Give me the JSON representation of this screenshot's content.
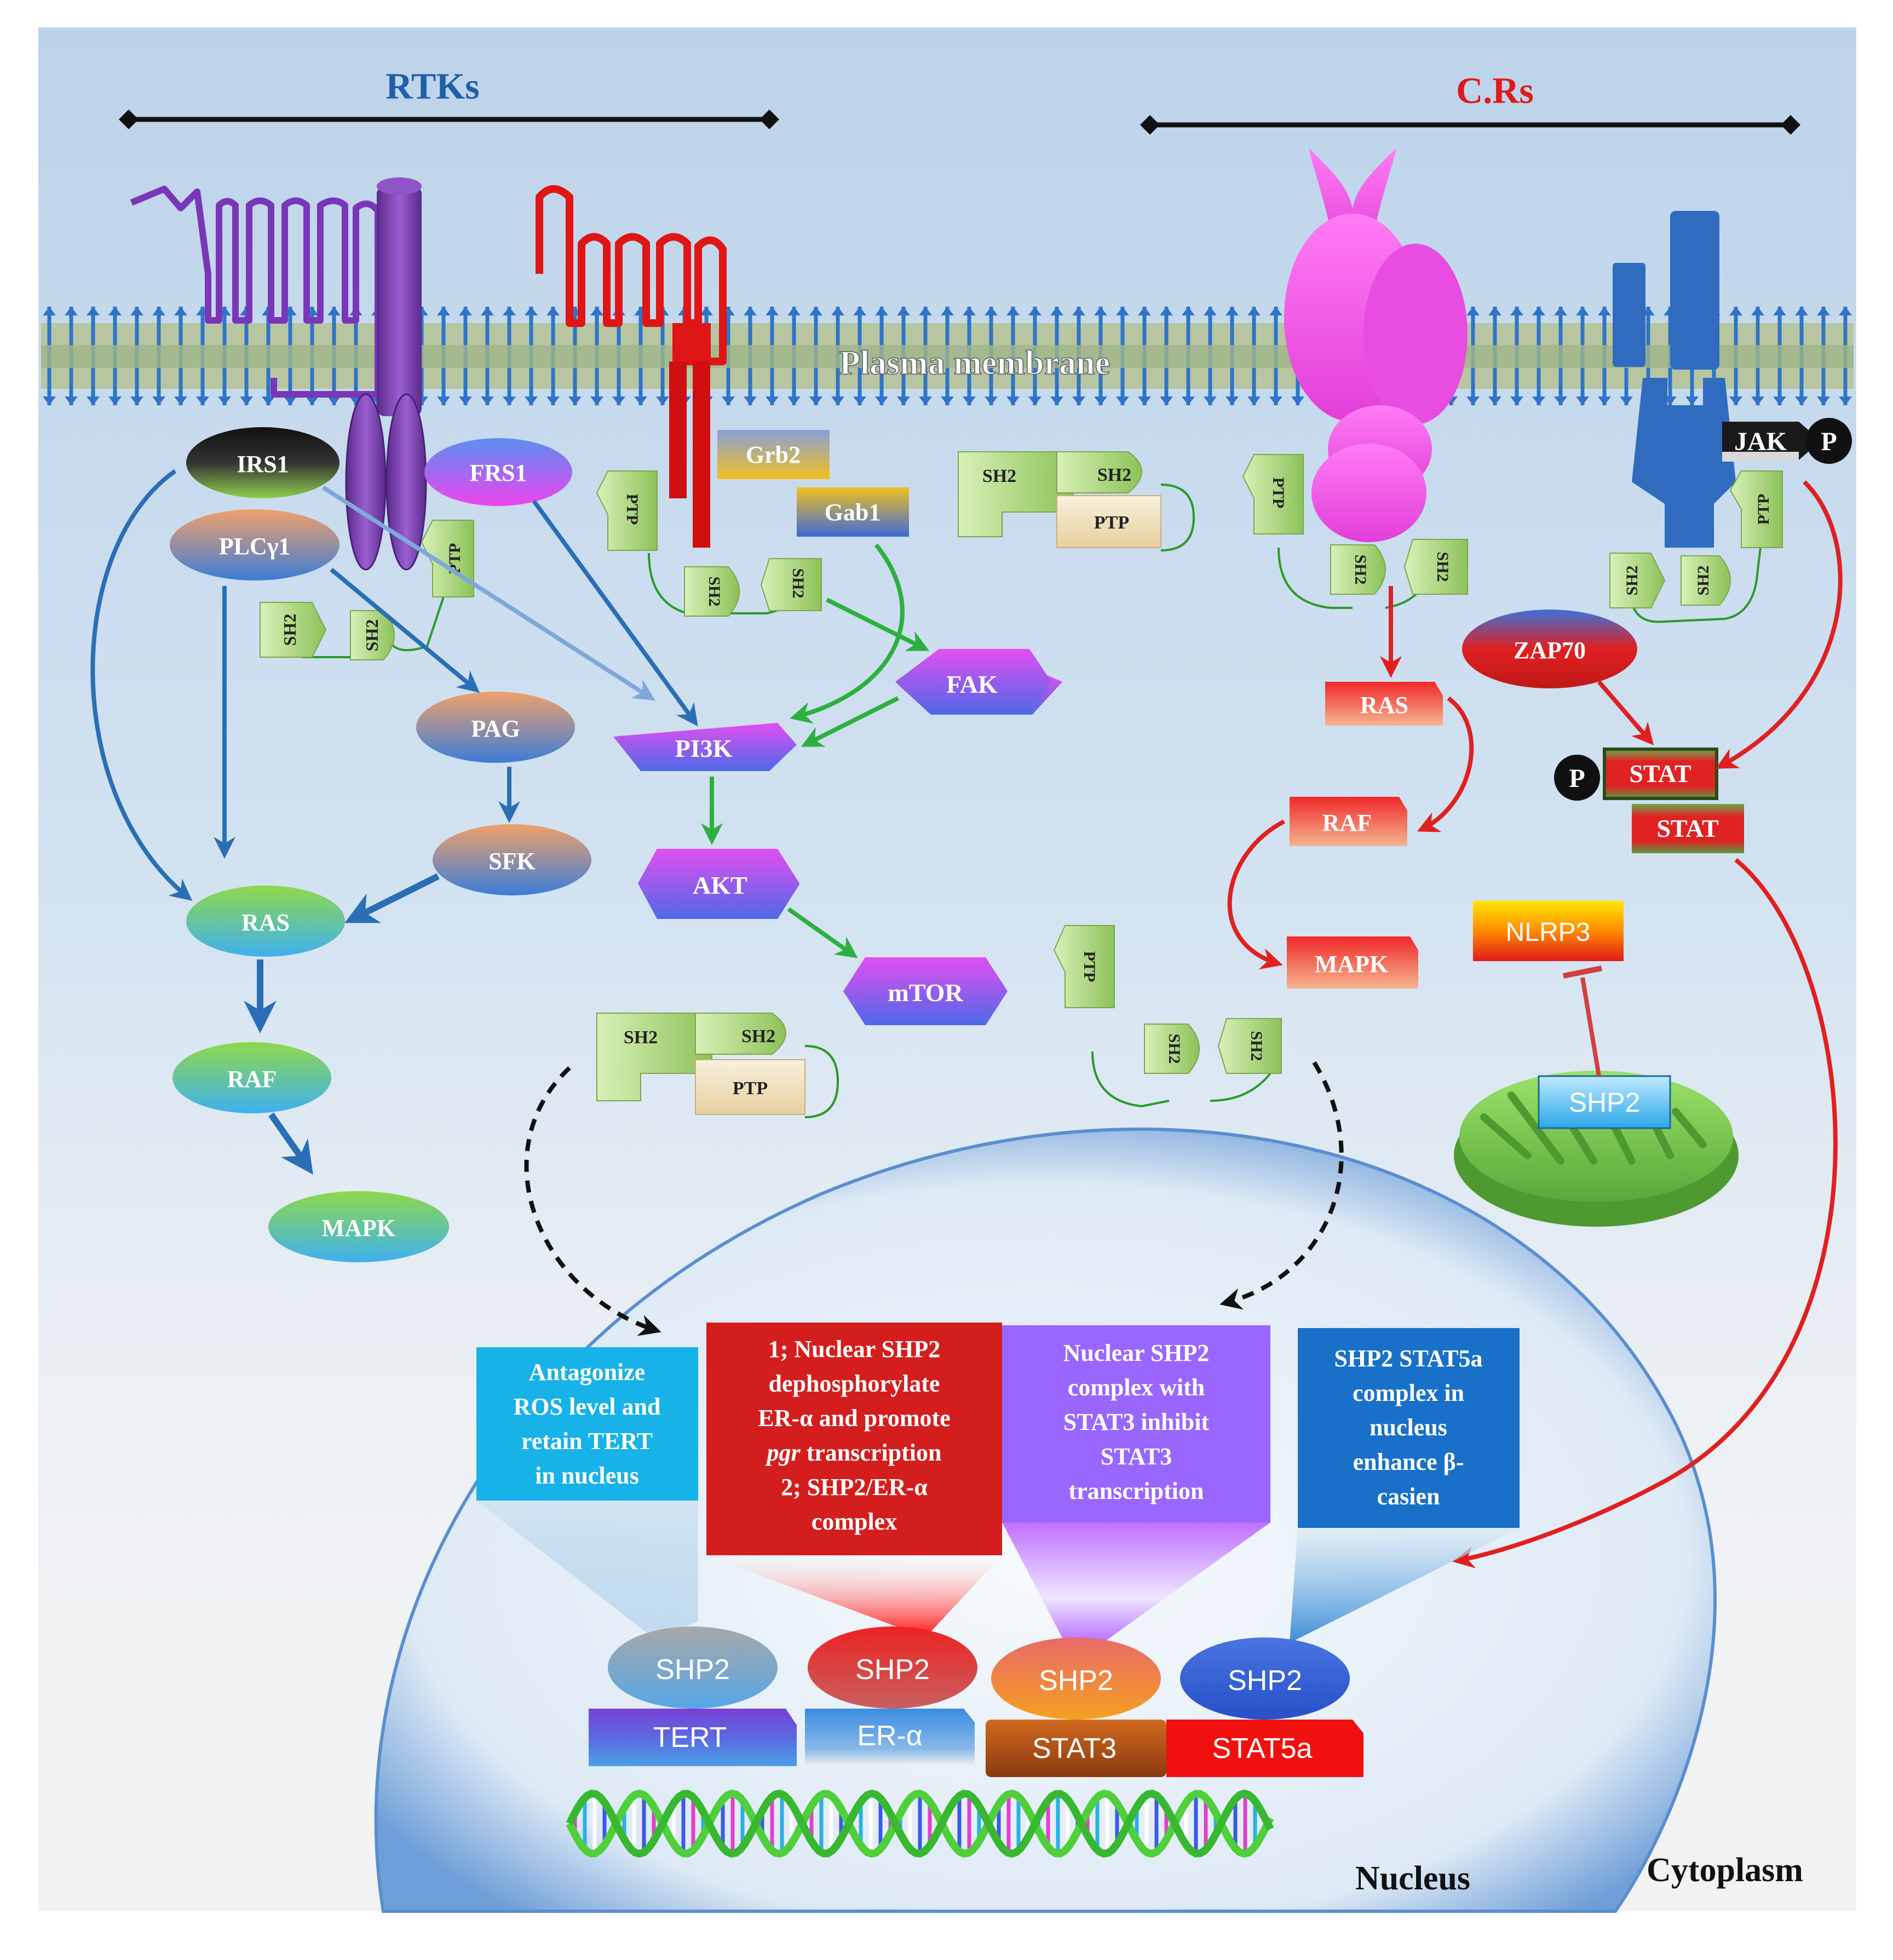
{
  "header": {
    "rtks_label": "RTKs",
    "crs_label": "C.Rs",
    "membrane_label": "Plasma membrane"
  },
  "rtk_left": {
    "irs1": "IRS1",
    "plcg1": "PLCγ1",
    "frs1": "FRS1",
    "pag": "PAG",
    "sfk": "SFK",
    "ras": "RAS",
    "raf": "RAF",
    "mapk": "MAPK",
    "pi3k": "PI3K",
    "akt": "AKT",
    "mtor": "mTOR",
    "grb2": "Grb2",
    "gab1": "Gab1",
    "fak": "FAK"
  },
  "crs_right": {
    "ras": "RAS",
    "raf": "RAF",
    "mapk": "MAPK",
    "jak": "JAK",
    "p": "P",
    "zap70": "ZAP70",
    "stat": "STAT",
    "nlrp3": "NLRP3",
    "shp2_mito": "SHP2"
  },
  "domains": {
    "sh2": "SH2",
    "ptp": "PTP"
  },
  "nucleus": {
    "box_tert": [
      "Antagonize",
      "ROS level and",
      "retain TERT",
      "in nucleus"
    ],
    "box_er": [
      "1; Nuclear SHP2",
      "dephosphorylate",
      "ER-α  and promote",
      "pgr transcription",
      "2; SHP2/ER-α",
      "complex"
    ],
    "box_stat3": [
      "Nuclear SHP2",
      "complex with",
      "STAT3 inhibit",
      "STAT3",
      "transcription"
    ],
    "box_stat5": [
      "SHP2 STAT5a",
      "complex  in",
      "nucleus",
      "enhance β-",
      "casien"
    ],
    "shp2": "SHP2",
    "tert": "TERT",
    "er_alpha": "ER-α",
    "stat3": "STAT3",
    "stat5a": "STAT5a",
    "nucleus_label": "Nucleus",
    "cytoplasm_label": "Cytoplasm"
  },
  "colors": {
    "background": "#c5d9ec",
    "rtk_arrow": "#2a6fb5",
    "pi3k_arrow": "#2db040",
    "crs_arrow": "#e02020",
    "title_blue": "#1f5fa8",
    "title_red": "#e01a1a"
  }
}
